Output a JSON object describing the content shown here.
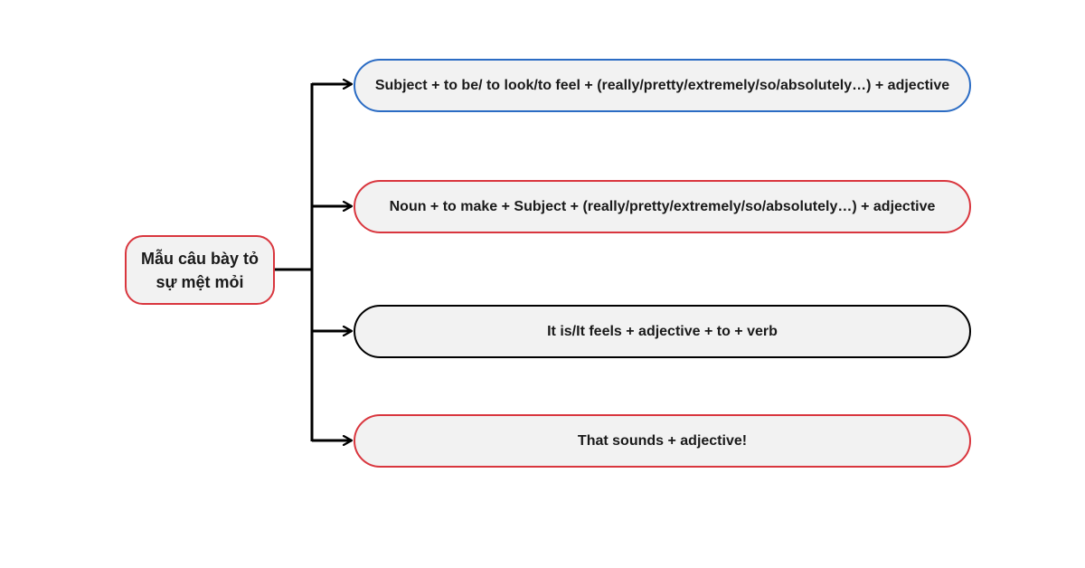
{
  "colors": {
    "red_border": "#d9363e",
    "blue_border": "#2b6cc4",
    "black_border": "#000000",
    "node_fill": "#f2f2f2",
    "connector": "#000000"
  },
  "root": {
    "label_line1": "Mẫu câu bày tỏ",
    "label_line2": "sự mệt mỏi",
    "border_color": "#d9363e"
  },
  "branches": [
    {
      "label": "Subject + to be/ to look/to feel + (really/pretty/extremely/so/absolutely…) + adjective",
      "border_color": "#2b6cc4"
    },
    {
      "label": "Noun + to make + Subject + (really/pretty/extremely/so/absolutely…) + adjective",
      "border_color": "#d9363e"
    },
    {
      "label": "It is/It feels + adjective + to + verb",
      "border_color": "#000000"
    },
    {
      "label": "That sounds + adjective!",
      "border_color": "#d9363e"
    }
  ]
}
